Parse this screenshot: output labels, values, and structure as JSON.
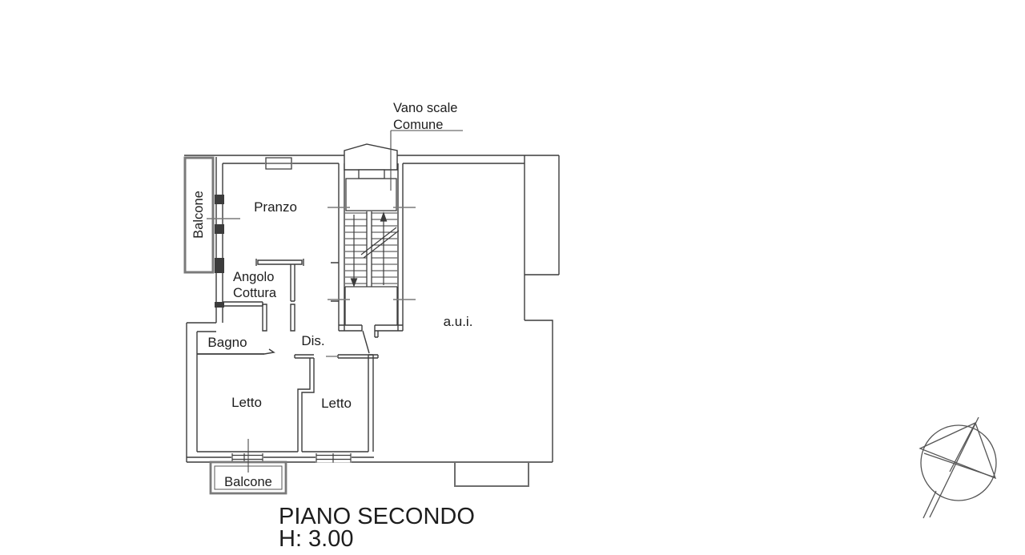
{
  "annotation": {
    "line1": "Vano scale",
    "line2": "Comune"
  },
  "rooms": {
    "pranzo": "Pranzo",
    "angolo_line1": "Angolo",
    "angolo_line2": "Cottura",
    "bagno": "Bagno",
    "dis": "Dis.",
    "letto_left": "Letto",
    "letto_right": "Letto",
    "aui": "a.u.i.",
    "balcone_left": "Balcone",
    "balcone_bottom": "Balcone"
  },
  "title": {
    "line1": "PIANO SECONDO",
    "line2": "H: 3.00"
  },
  "compass": {
    "icon": "north-arrow"
  },
  "colors": {
    "background": "#ffffff",
    "wall_line": "#3c3c3c",
    "gray_line": "#7a7a7a",
    "text": "#1d1d1d"
  }
}
